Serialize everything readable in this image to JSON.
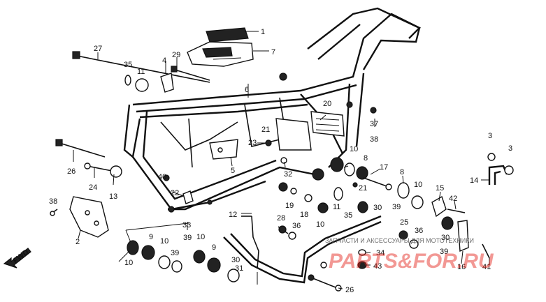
{
  "diagram": {
    "direction_label": "FWD",
    "callouts": [
      "1",
      "2",
      "3",
      "3",
      "4",
      "5",
      "6",
      "7",
      "8",
      "8",
      "9",
      "9",
      "10",
      "10",
      "10",
      "10",
      "10",
      "10",
      "11",
      "11",
      "12",
      "13",
      "14",
      "15",
      "16",
      "17",
      "18",
      "19",
      "20",
      "21",
      "21",
      "22",
      "23",
      "24",
      "25",
      "26",
      "26",
      "27",
      "28",
      "29",
      "30",
      "30",
      "30",
      "31",
      "32",
      "33",
      "34",
      "35",
      "35",
      "36",
      "36",
      "37",
      "38",
      "38",
      "39",
      "39",
      "39",
      "39",
      "40",
      "41",
      "42",
      "43"
    ]
  },
  "watermark": {
    "brand": "PARTS&FOR.RU",
    "tagline": "ЗАПЧАСТИ И АКСЕССУАРЫ ДЛЯ МОТОТЕХНИКИ"
  },
  "colors": {
    "line": "#111111",
    "watermark_red": "#e2231a"
  }
}
